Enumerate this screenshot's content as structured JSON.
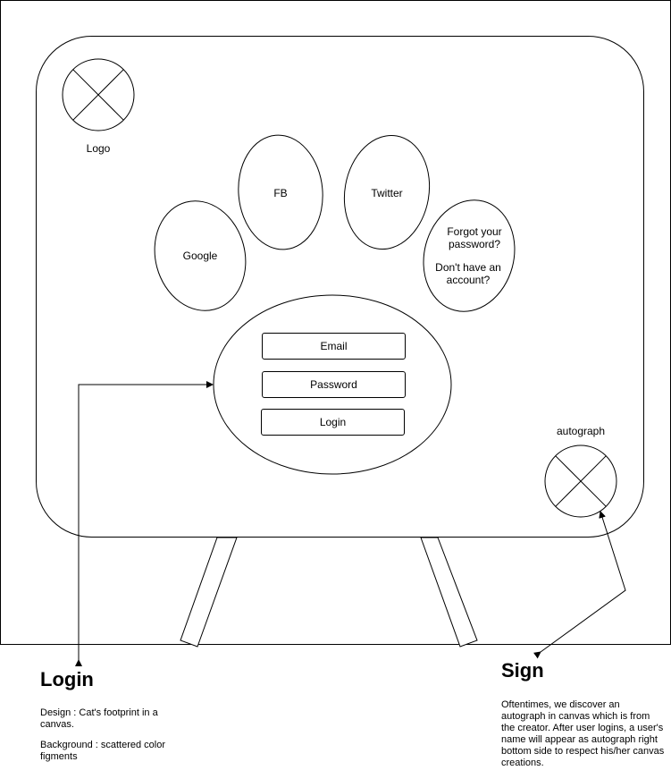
{
  "canvas": {
    "logo_label": "Logo",
    "autograph_label": "autograph"
  },
  "paw": {
    "toe_google": "Google",
    "toe_fb": "FB",
    "toe_twitter": "Twitter",
    "toe_help_forgot": "Forgot your password?",
    "toe_help_signup": "Don't have an account?"
  },
  "login_form": {
    "email_label": "Email",
    "password_label": "Password",
    "login_button": "Login"
  },
  "notes": {
    "login": {
      "heading": "Login",
      "design": "Design : Cat's footprint in a canvas.",
      "background": "Background : scattered color figments"
    },
    "sign": {
      "heading": "Sign",
      "description": "Oftentimes, we discover an autograph in canvas which is from the creator. After user logins, a user's name will appear as autograph right bottom side to respect his/her canvas creations."
    }
  },
  "colors": {
    "stroke": "#000000",
    "background": "#ffffff"
  }
}
